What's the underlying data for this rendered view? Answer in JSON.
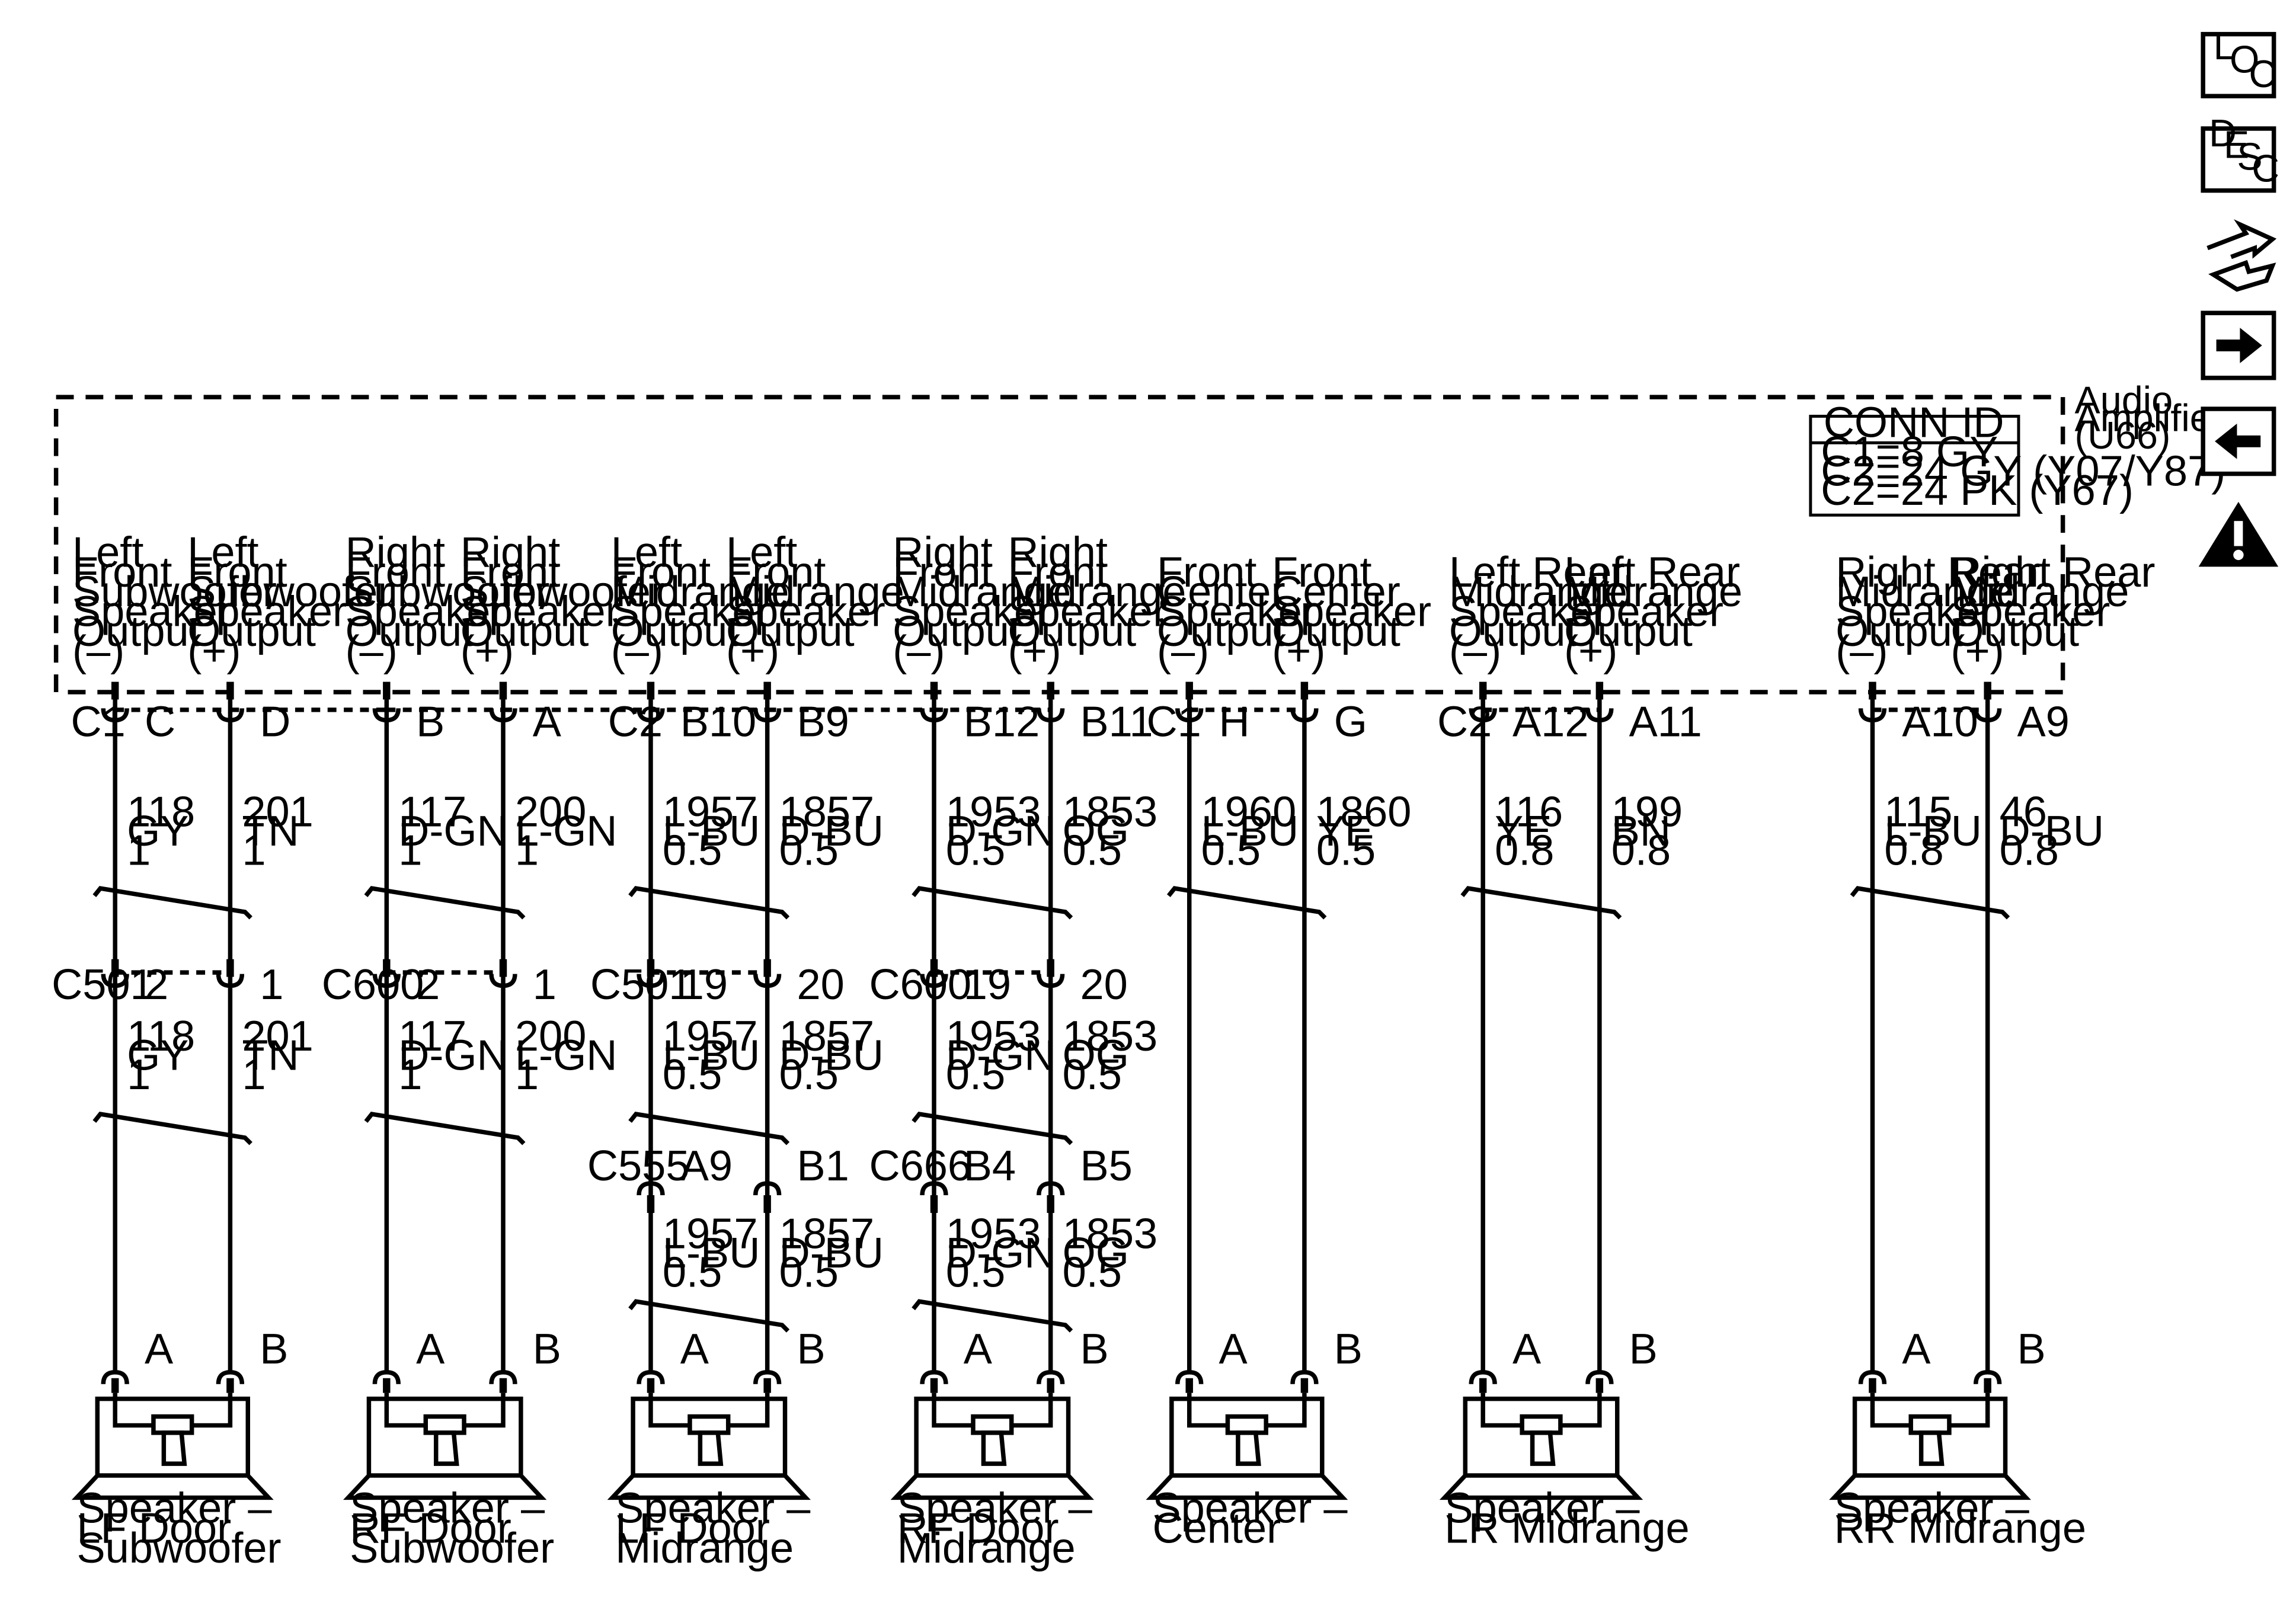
{
  "diagram": {
    "module": {
      "name_lines": [
        "Audio",
        "Amplifier",
        "(U66)"
      ]
    },
    "conn_id": {
      "title": "CONN ID",
      "lines": [
        "C1=8 GY",
        "C2=24 GY (Y07/Y87)",
        "C2=24 PK (Y67)"
      ]
    },
    "side_icons": [
      {
        "name": "loc-icon",
        "letters": [
          "L",
          "O",
          "C"
        ]
      },
      {
        "name": "desc-icon",
        "letters": [
          "D",
          "E",
          "S",
          "C"
        ]
      },
      {
        "name": "connector-end-view-icon"
      },
      {
        "name": "next-arrow-icon"
      },
      {
        "name": "previous-arrow-icon"
      },
      {
        "name": "warning-icon"
      }
    ],
    "circuit_labels": [
      [
        "Left",
        "Front",
        "Subwoofer",
        "Speaker",
        "Output",
        "(–)"
      ],
      [
        "Left",
        "Front",
        "Subwoofer",
        "Speaker",
        "Output",
        "(+)"
      ],
      [
        "Right",
        "Front",
        "Subwoofer",
        "Speaker",
        "Output",
        "(–)"
      ],
      [
        "Right",
        "Front",
        "Subwoofer",
        "Speaker",
        "Output",
        "(+)"
      ],
      [
        "Left",
        "Front",
        "Midrange",
        "Speaker",
        "Output",
        "(–)"
      ],
      [
        "Left",
        "Front",
        "Midrange",
        "Speaker",
        "Output",
        "(+)"
      ],
      [
        "Right",
        "Front",
        "Midrange",
        "Speaker",
        "Output",
        "(–)"
      ],
      [
        "Right",
        "Front",
        "Midrange",
        "Speaker",
        "Output",
        "(+)"
      ],
      [
        "Front",
        "Center",
        "Speaker",
        "Output",
        "(–)"
      ],
      [
        "Front",
        "Center",
        "Speaker",
        "Output",
        "(+)"
      ],
      [
        "Left Rear",
        "Midrange",
        "Speaker",
        "Output",
        "(–)"
      ],
      [
        "Left Rear",
        "Midrange",
        "Speaker",
        "Output",
        "(+)"
      ],
      [
        "Right Rear",
        "Midrange",
        "Speaker",
        "Output",
        "(–)"
      ],
      [
        "Right Rear",
        "Midrange",
        "Speaker",
        "Output",
        "(+)"
      ]
    ],
    "amp_connectors": [
      "C1",
      "C2",
      "C1",
      "C2"
    ],
    "amp_pins": [
      "C",
      "D",
      "B",
      "A",
      "B10",
      "B9",
      "B12",
      "B11",
      "H",
      "G",
      "A12",
      "A11",
      "A10",
      "A9"
    ],
    "wire_seg1": [
      [
        "118",
        "GY",
        "1"
      ],
      [
        "201",
        "TN",
        "1"
      ],
      [
        "117",
        "D-GN",
        "1"
      ],
      [
        "200",
        "L-GN",
        "1"
      ],
      [
        "1957",
        "L-BU",
        "0.5"
      ],
      [
        "1857",
        "D-BU",
        "0.5"
      ],
      [
        "1953",
        "D-GN",
        "0.5"
      ],
      [
        "1853",
        "OG",
        "0.5"
      ],
      [
        "1960",
        "L-BU",
        "0.5"
      ],
      [
        "1860",
        "YE",
        "0.5"
      ],
      [
        "116",
        "YE",
        "0.8"
      ],
      [
        "199",
        "BN",
        "0.8"
      ],
      [
        "115",
        "L-BU",
        "0.8"
      ],
      [
        "46",
        "D-BU",
        "0.8"
      ]
    ],
    "inline1": {
      "connectors": [
        "C501",
        "C600",
        "C501",
        "C600"
      ],
      "pins": [
        "2",
        "1",
        "2",
        "1",
        "19",
        "20",
        "19",
        "20"
      ]
    },
    "wire_seg2": [
      [
        "118",
        "GY",
        "1"
      ],
      [
        "201",
        "TN",
        "1"
      ],
      [
        "117",
        "D-GN",
        "1"
      ],
      [
        "200",
        "L-GN",
        "1"
      ],
      [
        "1957",
        "L-BU",
        "0.5"
      ],
      [
        "1857",
        "D-BU",
        "0.5"
      ],
      [
        "1953",
        "D-GN",
        "0.5"
      ],
      [
        "1853",
        "OG",
        "0.5"
      ]
    ],
    "inline2": {
      "connectors": [
        "C555",
        "C666"
      ],
      "pins": [
        "A9",
        "B1",
        "B4",
        "B5"
      ]
    },
    "wire_seg3": [
      [
        "1957",
        "L-BU",
        "0.5"
      ],
      [
        "1857",
        "D-BU",
        "0.5"
      ],
      [
        "1953",
        "D-GN",
        "0.5"
      ],
      [
        "1853",
        "OG",
        "0.5"
      ]
    ],
    "speaker_pins": [
      "A",
      "B"
    ],
    "speakers": [
      [
        "Speaker –",
        "LF Door",
        "Subwoofer"
      ],
      [
        "Speaker –",
        "RF Door",
        "Subwoofer"
      ],
      [
        "Speaker –",
        "LF Door",
        "Midrange"
      ],
      [
        "Speaker –",
        "RF Door",
        "Midrange"
      ],
      [
        "Speaker –",
        "Center"
      ],
      [
        "Speaker –",
        "LR Midrange"
      ],
      [
        "Speaker –",
        "RR Midrange"
      ]
    ]
  }
}
